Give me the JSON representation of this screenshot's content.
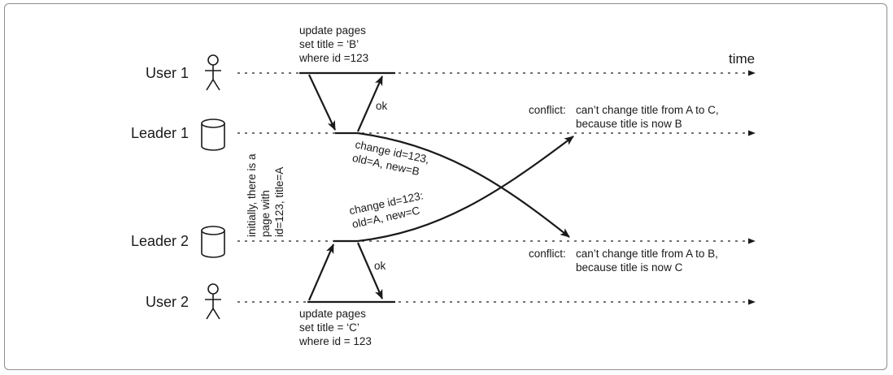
{
  "actors": {
    "user1": "User 1",
    "leader1": "Leader 1",
    "leader2": "Leader 2",
    "user2": "User 2"
  },
  "time_label": "time",
  "user1_query": [
    "update pages",
    "set title = ‘B’",
    "where id =123"
  ],
  "user2_query": [
    "update pages",
    "set title = ‘C’",
    "where id = 123"
  ],
  "ok_label": "ok",
  "initial_note": [
    "initially, there is a",
    "page with",
    "id=123, title=A"
  ],
  "change_leader1": [
    "change id=123,",
    "old=A, new=B"
  ],
  "change_leader2": [
    "change id=123:",
    "old=A, new=C"
  ],
  "conflict_prefix": "conflict:",
  "conflict_leader1": [
    "can’t change title from A to C,",
    "because title is now B"
  ],
  "conflict_leader2": [
    "can’t change title from A to B,",
    "because title is now C"
  ]
}
